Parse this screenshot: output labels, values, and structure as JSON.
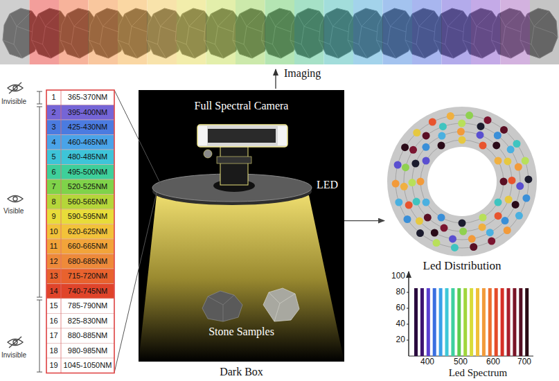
{
  "diagram": {
    "nodes": [
      {
        "text": [
          "Full Spectral Camera",
          "LED",
          "Stone Samples",
          "Dark Box"
        ]
      },
      {
        "text": [
          "Led Distribution"
        ]
      }
    ],
    "edges": [
      {
        "from": 0,
        "to": 1,
        "arrow": "to"
      }
    ],
    "labels": [
      "Imaging",
      "Invisible",
      "Visible",
      "Invisible",
      "1",
      "365-370NM",
      "2",
      "395-400NM",
      "3",
      "425-430NM",
      "4",
      "460-465NM",
      "5",
      "480-485NM",
      "6",
      "495-500NM",
      "7",
      "520-525NM",
      "8",
      "560-565NM",
      "9",
      "590-595NM",
      "10",
      "620-625NM",
      "11",
      "660-665NM",
      "12",
      "680-685NM",
      "13",
      "715-720NM",
      "14",
      "740-745NM",
      "15",
      "785-790NM",
      "16",
      "825-830NM",
      "17",
      "880-885NM",
      "18",
      "980-985NM",
      "19",
      "1045-1050NM",
      "100",
      "80",
      "60",
      "40",
      "20",
      "400",
      "500",
      "600",
      "700",
      "Led Spectrum"
    ]
  }
}
